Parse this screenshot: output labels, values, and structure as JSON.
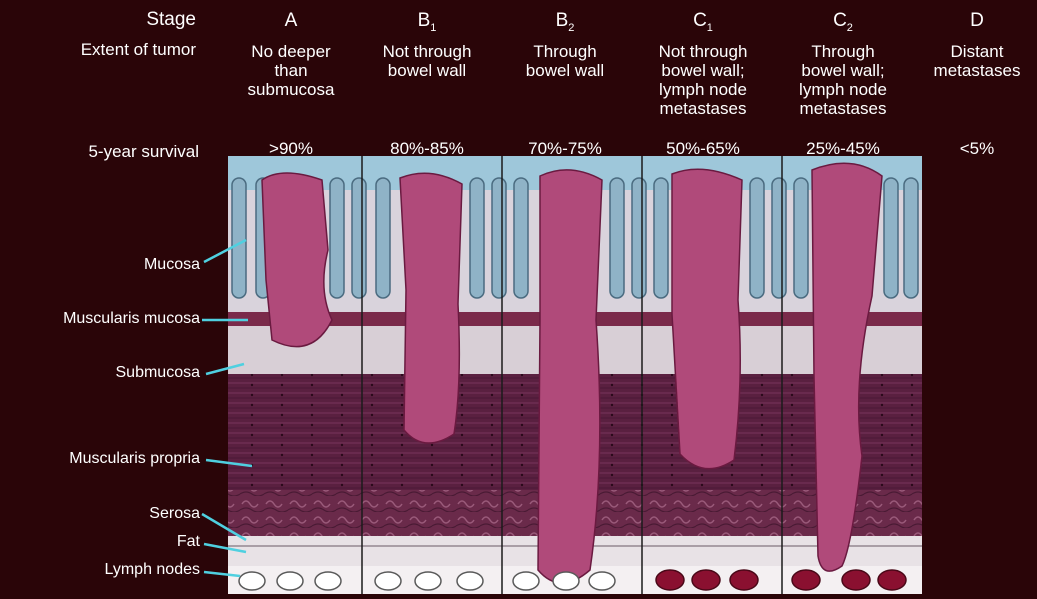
{
  "header": {
    "stage_label": "Stage",
    "extent_label": "Extent of tumor",
    "survival_label": "5-year survival"
  },
  "stages": [
    {
      "letter": "A",
      "sub": "",
      "extent": [
        "No deeper",
        "than",
        "submucosa"
      ],
      "survival": ">90%"
    },
    {
      "letter": "B",
      "sub": "1",
      "extent": [
        "Not through",
        "bowel wall"
      ],
      "survival": "80%-85%"
    },
    {
      "letter": "B",
      "sub": "2",
      "extent": [
        "Through",
        "bowel wall"
      ],
      "survival": "70%-75%"
    },
    {
      "letter": "C",
      "sub": "1",
      "extent": [
        "Not through",
        "bowel wall;",
        "lymph node",
        "metastases"
      ],
      "survival": "50%-65%"
    },
    {
      "letter": "C",
      "sub": "2",
      "extent": [
        "Through",
        "bowel wall;",
        "lymph node",
        "metastases"
      ],
      "survival": "25%-45%"
    },
    {
      "letter": "D",
      "sub": "",
      "extent": [
        "Distant",
        "metastases"
      ],
      "survival": "<5%"
    }
  ],
  "layers": [
    "Mucosa",
    "Muscularis mucosa",
    "Submucosa",
    "Muscularis propria",
    "Serosa",
    "Fat",
    "Lymph nodes"
  ],
  "colors": {
    "background": "#2a0508",
    "lumen": "#9ec7da",
    "crypt": "#8fb3c7",
    "mucosa_bg": "#d9d3dc",
    "musc_mucosa": "#7a2a4a",
    "submucosa": "#d8cfd6",
    "musc_propria": "#5a2040",
    "serosa": "#6a2a4a",
    "fat": "#e8e2e6",
    "tumor": "#b04a7a",
    "label_line": "#4fd0e0",
    "node_clear": "#ffffff",
    "node_metastatic": "#8a1030"
  },
  "icons": [
    "tumor-shape",
    "lymph-node-icon",
    "pointer-line"
  ]
}
